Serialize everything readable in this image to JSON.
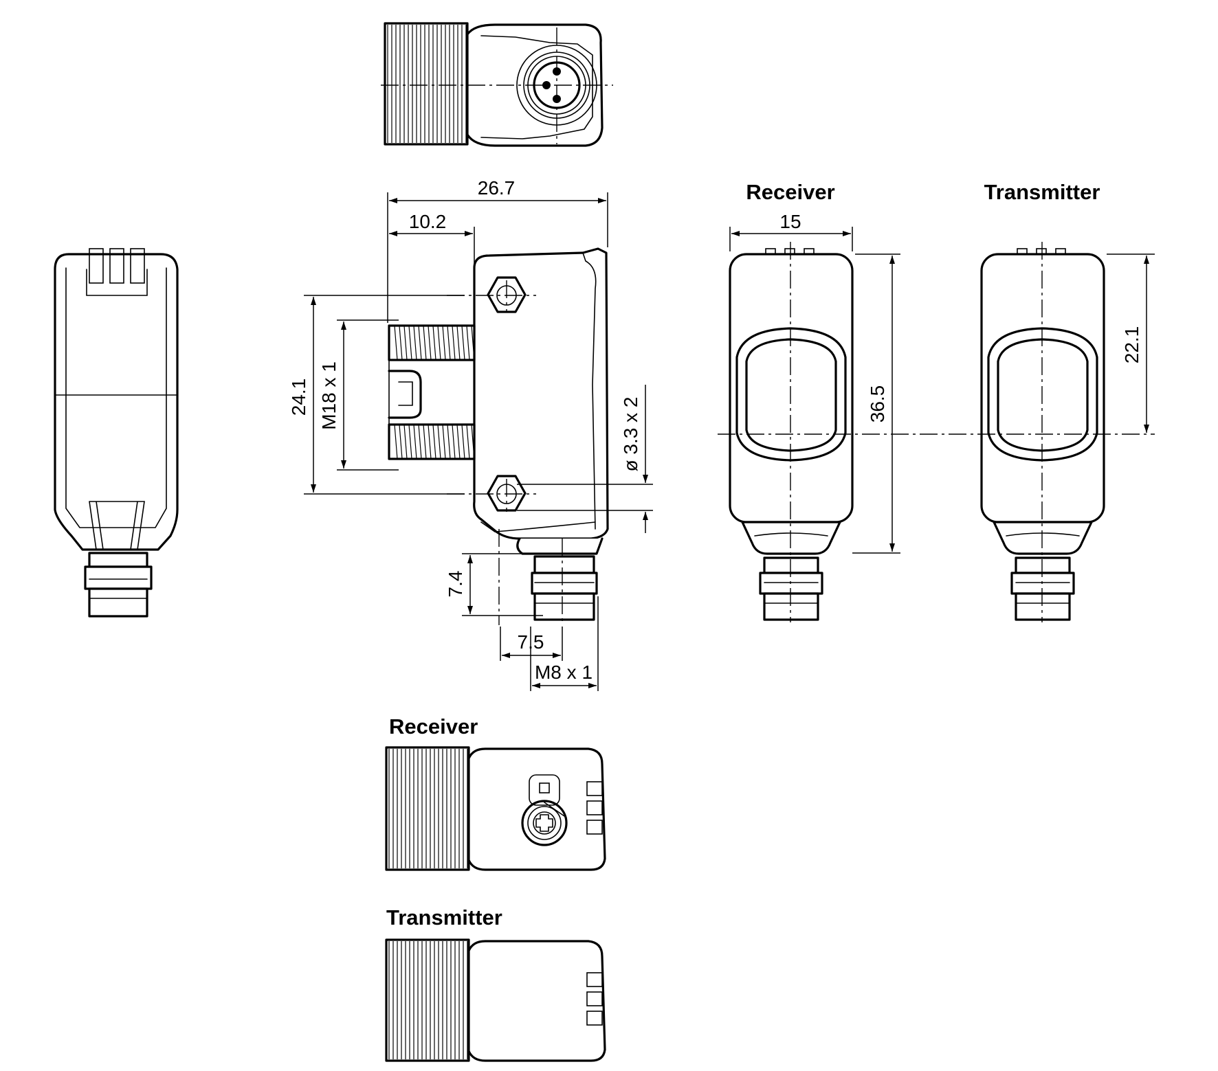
{
  "dimensions": {
    "overall_width": "26.7",
    "thread_offset": "10.2",
    "front_width": "15",
    "mount_spacing": "24.1",
    "thread_main": "M18 x 1",
    "mount_hole": "ø 3.3 x 2",
    "total_height": "36.5",
    "optical_axis": "22.1",
    "connector_length": "7.4",
    "connector_offset": "7.5",
    "connector_thread": "M8 x 1"
  },
  "labels": {
    "front_receiver": "Receiver",
    "front_transmitter": "Transmitter",
    "bottom_receiver": "Receiver",
    "bottom_transmitter": "Transmitter"
  }
}
